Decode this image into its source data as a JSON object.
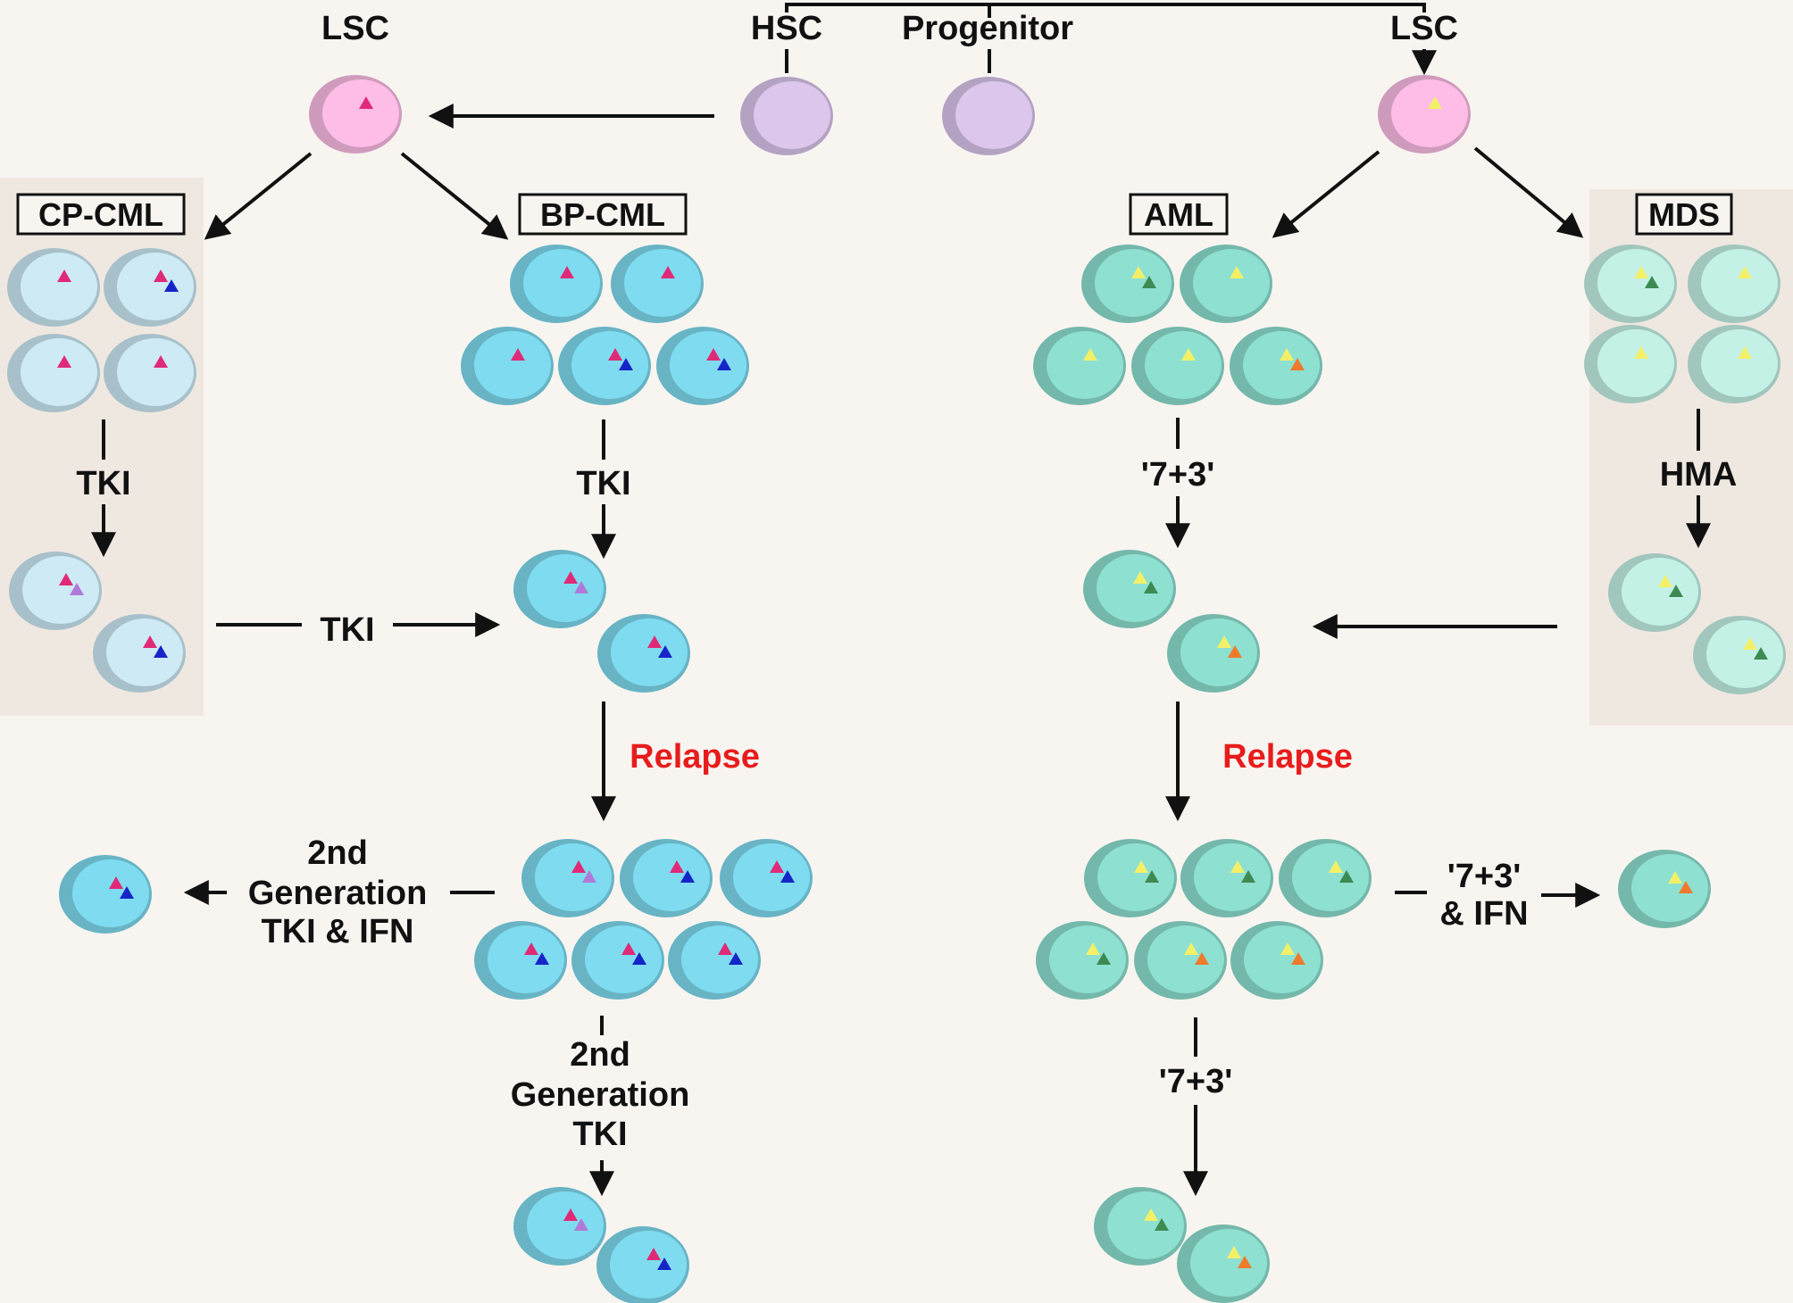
{
  "labels": {
    "lsc_left": "LSC",
    "hsc": "HSC",
    "progenitor": "Progenitor",
    "lsc_right": "LSC",
    "cp_cml": "CP-CML",
    "bp_cml": "BP-CML",
    "aml": "AML",
    "mds": "MDS",
    "tki_cp": "TKI",
    "tki_bp": "TKI",
    "tki_cross": "TKI",
    "seven_three_aml": "'7+3'",
    "hma": "HMA",
    "relapse_left": "Relapse",
    "relapse_right": "Relapse",
    "gen2_ifn_line1": "2nd",
    "gen2_ifn_line2": "Generation",
    "gen2_ifn_line3": "TKI & IFN",
    "gen2_tki_line1": "2nd",
    "gen2_tki_line2": "Generation",
    "gen2_tki_line3": "TKI",
    "seven_three_ifn_line1": "'7+3'",
    "seven_three_ifn_line2": "& IFN",
    "seven_three_bottom": "'7+3'"
  },
  "colors": {
    "background": "#f8f5f1",
    "panel": "#efe8e1",
    "lsc_cell": "#fdbde6",
    "normal_cell": "#dcc6ec",
    "cp_cml_cell": "#cdeaf5",
    "bp_cml_cell": "#7fdcf0",
    "aml_cell": "#8ee0d0",
    "mds_cell": "#c4f1e6",
    "mut_pink": "#e02a78",
    "mut_blue": "#1625c8",
    "mut_lilac": "#b07ad8",
    "mut_yellow": "#f3f068",
    "mut_green": "#3d8b52",
    "mut_orange": "#f07a2c",
    "relapse_text": "#e81c1c"
  }
}
